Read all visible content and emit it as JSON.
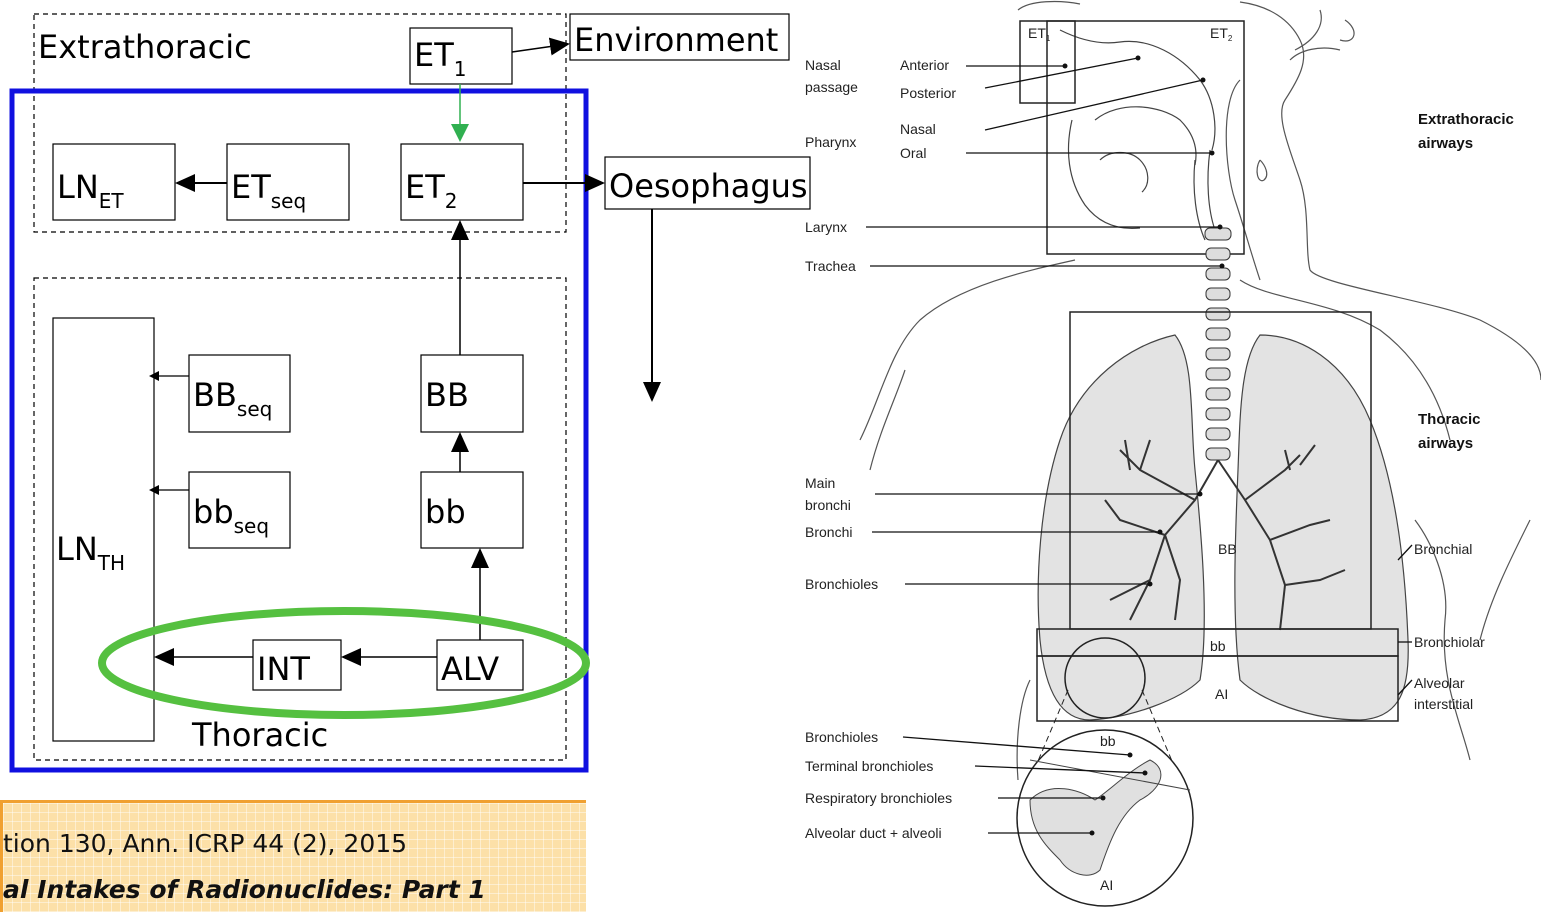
{
  "diagram": {
    "extrathoracic_label": "Extrathoracic",
    "thoracic_label": "Thoracic",
    "environment_label": "Environment",
    "oesophagus_label": "Oesophagus",
    "boxes": {
      "et1": {
        "base": "ET",
        "sub": "1"
      },
      "et2": {
        "base": "ET",
        "sub": "2"
      },
      "etseq": {
        "base": "ET",
        "sub": "seq"
      },
      "lnet": {
        "base": "LN",
        "sub": "ET"
      },
      "lnth": {
        "base": "LN",
        "sub": "TH"
      },
      "bbseq": {
        "base": "BB",
        "sub": "seq"
      },
      "bbseq_small": {
        "base": "bb",
        "sub": "seq"
      },
      "bb": "BB",
      "bb_small": "bb",
      "int": "INT",
      "alv": "ALV"
    },
    "colors": {
      "thoracic_border": "#1010e0",
      "highlight_ellipse": "#55c040",
      "et1_arrow": "#30b050"
    }
  },
  "anatomy": {
    "left_labels": {
      "nasal_passage": [
        "Nasal",
        "passage"
      ],
      "anterior": "Anterior",
      "posterior": "Posterior",
      "pharynx": "Pharynx",
      "nasal": "Nasal",
      "oral": "Oral",
      "larynx": "Larynx",
      "trachea": "Trachea",
      "main_bronchi": [
        "Main",
        "bronchi"
      ],
      "bronchi": "Bronchi",
      "bronchioles": "Bronchioles",
      "bronchioles_inset": "Bronchioles",
      "terminal_bronchioles": "Terminal bronchioles",
      "respiratory_bronchioles": "Respiratory bronchioles",
      "alveolar_duct": "Alveolar duct + alveoli"
    },
    "right_labels": {
      "extrathoracic": [
        "Extrathoracic",
        "airways"
      ],
      "thoracic": [
        "Thoracic",
        "airways"
      ],
      "bronchial": "Bronchial",
      "bronchiolar": "Bronchiolar",
      "alveolar": [
        "Alveolar",
        "interstitial"
      ]
    },
    "region_labels": {
      "et1": {
        "base": "ET",
        "sub": "1"
      },
      "et2": {
        "base": "ET",
        "sub": "2"
      },
      "bb_big": "BB",
      "bb_small": "bb",
      "ai": "AI",
      "inset_bb": "bb",
      "inset_ai": "AI"
    }
  },
  "reference": {
    "line1": "tion 130, Ann. ICRP 44 (2), 2015",
    "line2": "al Intakes of Radionuclides: Part 1"
  }
}
